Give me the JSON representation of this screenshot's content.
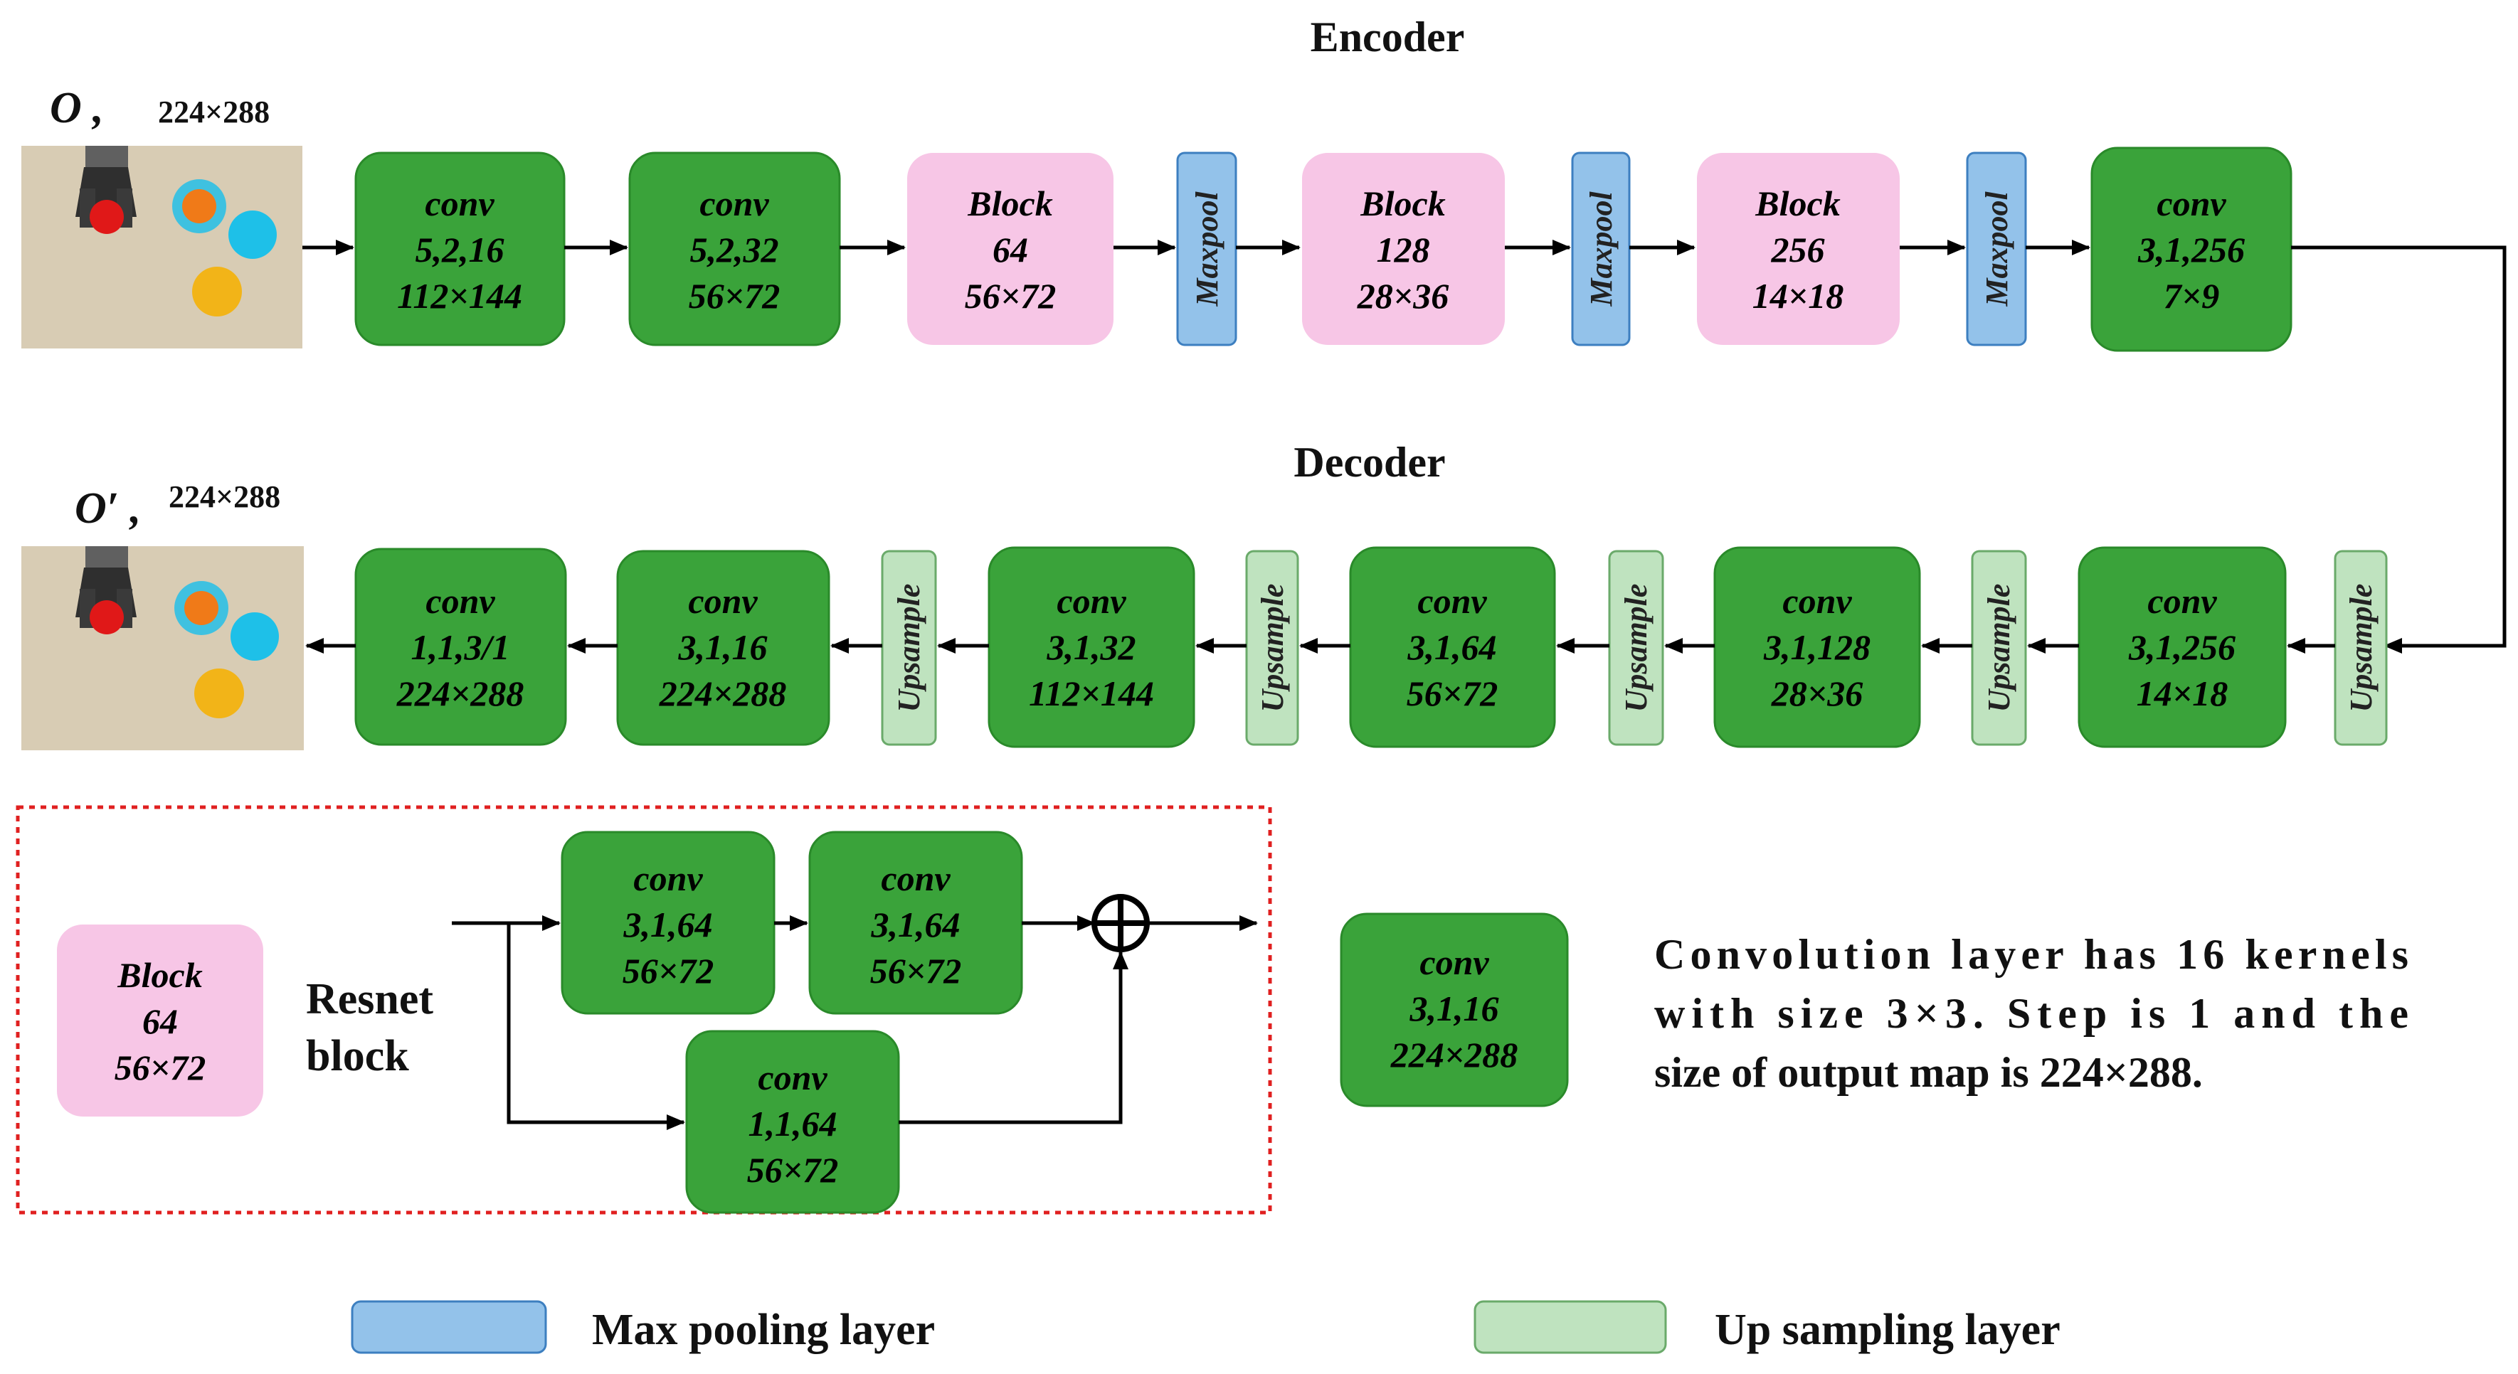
{
  "colors": {
    "conv": "#3aa33a",
    "conv_stroke": "#2a8a2a",
    "block": "#f7c6e6",
    "maxpool": "#93c2ea",
    "maxpool_stroke": "#3d7fc0",
    "upsample": "#bfe3bf",
    "upsample_stroke": "#6aaa6a",
    "dashed_border": "#e02020"
  },
  "icons": {
    "input_image": "robot-gripper-scene-photo",
    "output_image": "reconstructed-gripper-scene-photo",
    "sum": "circle-plus-icon"
  },
  "encoder": {
    "title": "Encoder",
    "input_label": "O ,",
    "input_size": "224×288",
    "layers": [
      {
        "kind": "conv",
        "lines": [
          "conv",
          "5,2,16",
          "112×144"
        ]
      },
      {
        "kind": "conv",
        "lines": [
          "conv",
          "5,2,32",
          "56×72"
        ]
      },
      {
        "kind": "block",
        "lines": [
          "Block",
          "64",
          "56×72"
        ]
      },
      {
        "kind": "pool",
        "label": "Maxpool"
      },
      {
        "kind": "block",
        "lines": [
          "Block",
          "128",
          "28×36"
        ]
      },
      {
        "kind": "pool",
        "label": "Maxpool"
      },
      {
        "kind": "block",
        "lines": [
          "Block",
          "256",
          "14×18"
        ]
      },
      {
        "kind": "pool",
        "label": "Maxpool"
      },
      {
        "kind": "conv",
        "lines": [
          "conv",
          "3,1,256",
          "7×9"
        ]
      }
    ]
  },
  "decoder": {
    "title": "Decoder",
    "output_label": "O′ ,",
    "output_size": "224×288",
    "layers": [
      {
        "kind": "conv",
        "lines": [
          "conv",
          "1,1,3/1",
          "224×288"
        ]
      },
      {
        "kind": "conv",
        "lines": [
          "conv",
          "3,1,16",
          "224×288"
        ]
      },
      {
        "kind": "up",
        "label": "Upsample"
      },
      {
        "kind": "conv",
        "lines": [
          "conv",
          "3,1,32",
          "112×144"
        ]
      },
      {
        "kind": "up",
        "label": "Upsample"
      },
      {
        "kind": "conv",
        "lines": [
          "conv",
          "3,1,64",
          "56×72"
        ]
      },
      {
        "kind": "up",
        "label": "Upsample"
      },
      {
        "kind": "conv",
        "lines": [
          "conv",
          "3,1,128",
          "28×36"
        ]
      },
      {
        "kind": "up",
        "label": "Upsample"
      },
      {
        "kind": "conv",
        "lines": [
          "conv",
          "3,1,256",
          "14×18"
        ]
      },
      {
        "kind": "up",
        "label": "Upsample"
      }
    ]
  },
  "resnet": {
    "block_lines": [
      "Block",
      "64",
      "56×72"
    ],
    "label_lines": [
      "Resnet",
      "block"
    ],
    "conv_a": [
      "conv",
      "3,1,64",
      "56×72"
    ],
    "conv_b": [
      "conv",
      "3,1,64",
      "56×72"
    ],
    "conv_skip": [
      "conv",
      "1,1,64",
      "56×72"
    ]
  },
  "example": {
    "conv_lines": [
      "conv",
      "3,1,16",
      "224×288"
    ],
    "description": [
      "Convolution layer has 16 kernels",
      "with size 3×3. Step is 1 and the",
      "size of output map is  224×288."
    ]
  },
  "legend": {
    "maxpool": "Max pooling  layer",
    "upsample": "Up sampling layer"
  }
}
